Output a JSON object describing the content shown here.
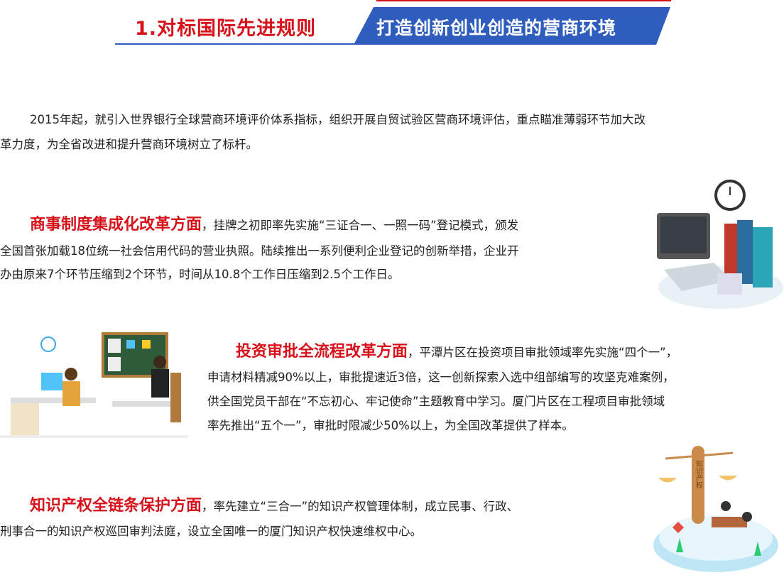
{
  "header": {
    "number_title": "1.对标国际先进规则",
    "banner_title": "打造创新创业创造的营商环境"
  },
  "intro": {
    "lines": [
      "2015年起，就引入世界银行全球营商环境评价体系指标，组织开展自贸试验区营商环境评估，重点瞄准薄弱环节加大改",
      "革力度，为全省改进和提升营商环境树立了标杆。"
    ]
  },
  "section_business": {
    "heading": "商事制度集成化改革方面",
    "lines": [
      "，挂牌之初即率先实施“三证合一、一照一码”登记模式，颁发",
      "全国首张加载18位统一社会信用代码的营业执照。陆续推出一系列便利企业登记的创新举措，企业开",
      "办由原来7个环节压缩到2个环节，时间从10.8个工作日压缩到2.5个工作日。"
    ]
  },
  "section_investment": {
    "heading": "投资审批全流程改革方面",
    "lines": [
      "，平潭片区在投资项目审批领域率先实施“四个一”，",
      "申请材料精减90%以上，审批提速近3倍，这一创新探索入选中组部编写的攻坚克难案例，",
      "供全国党员干部在“不忘初心、牢记使命”主题教育中学习。厦门片区在工程项目审批领域",
      "率先推出“五个一”，审批时限减少50%以上，为全国改革提供了样本。"
    ]
  },
  "section_ip": {
    "heading": "知识产权全链条保护方面",
    "lines": [
      "，率先建立“三合一”的知识产权管理体制，成立民事、行政、",
      "刑事合一的知识产权巡回审判法庭，设立全国唯一的厦门知识产权快速维权中心。"
    ],
    "seal_text": "知识产权"
  },
  "colors": {
    "red": "#d7121b",
    "blue": "#2f5dbd"
  }
}
